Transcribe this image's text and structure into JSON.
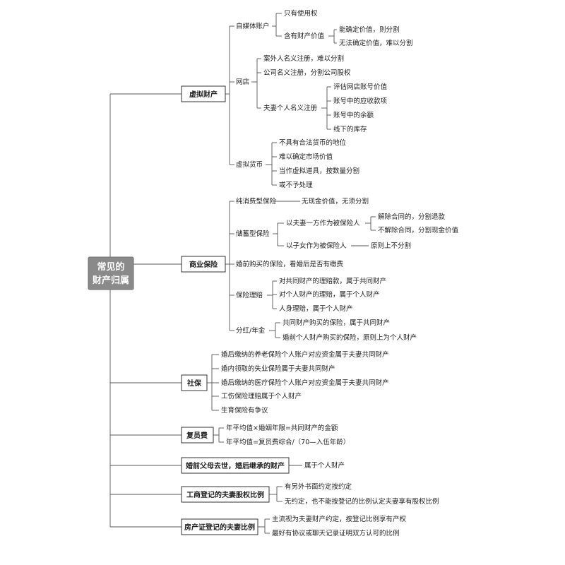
{
  "root": {
    "line1": "常见的",
    "line2": "财产归属"
  },
  "categories": [
    {
      "label": "虚拟财产",
      "children": [
        {
          "label": "自媒体账户",
          "children": [
            {
              "label": "只有使用权"
            },
            {
              "label": "含有财产价值",
              "children": [
                {
                  "label": "能确定价值，则分割"
                },
                {
                  "label": "无法确定价值，难以分割"
                }
              ]
            }
          ]
        },
        {
          "label": "网店",
          "children": [
            {
              "label": "案外人名义注册，难以分割"
            },
            {
              "label": "公司名义注册，分割公司股权"
            },
            {
              "label": "夫妻个人名义注册",
              "children": [
                {
                  "label": "评估网店账号价值"
                },
                {
                  "label": "账号中的应收款项"
                },
                {
                  "label": "账号中的余额"
                },
                {
                  "label": "线下的库存"
                }
              ]
            }
          ]
        },
        {
          "label": "虚拟货币",
          "children": [
            {
              "label": "不具有合法货币的地位"
            },
            {
              "label": "难以确定市场价值"
            },
            {
              "label": "当作虚拟道具，按数量分割"
            },
            {
              "label": "或不予处理"
            }
          ]
        }
      ]
    },
    {
      "label": "商业保险",
      "children": [
        {
          "label": "纯消费型保险",
          "children": [
            {
              "label": "无现金价值，无须分割"
            }
          ]
        },
        {
          "label": "储蓄型保险",
          "children": [
            {
              "label": "以夫妻一方作为被保险人",
              "children": [
                {
                  "label": "解除合同的，分割退款"
                },
                {
                  "label": "不解除合同，分割现金价值"
                }
              ]
            },
            {
              "label": "以子女作为被保险人",
              "children": [
                {
                  "label": "原则上不分割"
                }
              ]
            }
          ]
        },
        {
          "label": "婚前购买的保险，看婚后是否有缴费"
        },
        {
          "label": "保险理赔",
          "children": [
            {
              "label": "对共同财产的理赔款，属于共同财产"
            },
            {
              "label": "对个人财产的理赔，属于个人财产"
            },
            {
              "label": "人身理赔，属于个人财产"
            }
          ]
        },
        {
          "label": "分红/年金",
          "children": [
            {
              "label": "共同财产购买的保险，属于共同财产"
            },
            {
              "label": "婚前个人财产购买的保险，原则上为个人财产"
            }
          ]
        }
      ]
    },
    {
      "label": "社保",
      "children": [
        {
          "label": "婚后缴纳的养老保险个人账户对应资金属于夫妻共同财产"
        },
        {
          "label": "婚内领取的失业保险属于夫妻共同财产"
        },
        {
          "label": "婚后缴纳的医疗保险个人账户对应资金属于夫妻共同财产"
        },
        {
          "label": "工伤保险理赔属于个人财产"
        },
        {
          "label": "生育保险有争议"
        }
      ]
    },
    {
      "label": "复员费",
      "children": [
        {
          "label": "年平均值×婚姻年限=共同财产的金额"
        },
        {
          "label": "年平均值=复员费综合/（70—入伍年龄）"
        }
      ]
    },
    {
      "label": "婚前父母去世，婚后继承的财产",
      "children": [
        {
          "label": "属于个人财产"
        }
      ]
    },
    {
      "label": "工商登记的夫妻股权比例",
      "children": [
        {
          "label": "有另外书面约定按约定"
        },
        {
          "label": "无约定，也不能按登记的比例认定夫妻享有股权比例"
        }
      ]
    },
    {
      "label": "房产证登记的夫妻比例",
      "children": [
        {
          "label": "主流视为夫妻财产约定，按登记比例享有产权"
        },
        {
          "label": "最好有协议或聊天记录证明双方认可的比例"
        }
      ]
    }
  ]
}
